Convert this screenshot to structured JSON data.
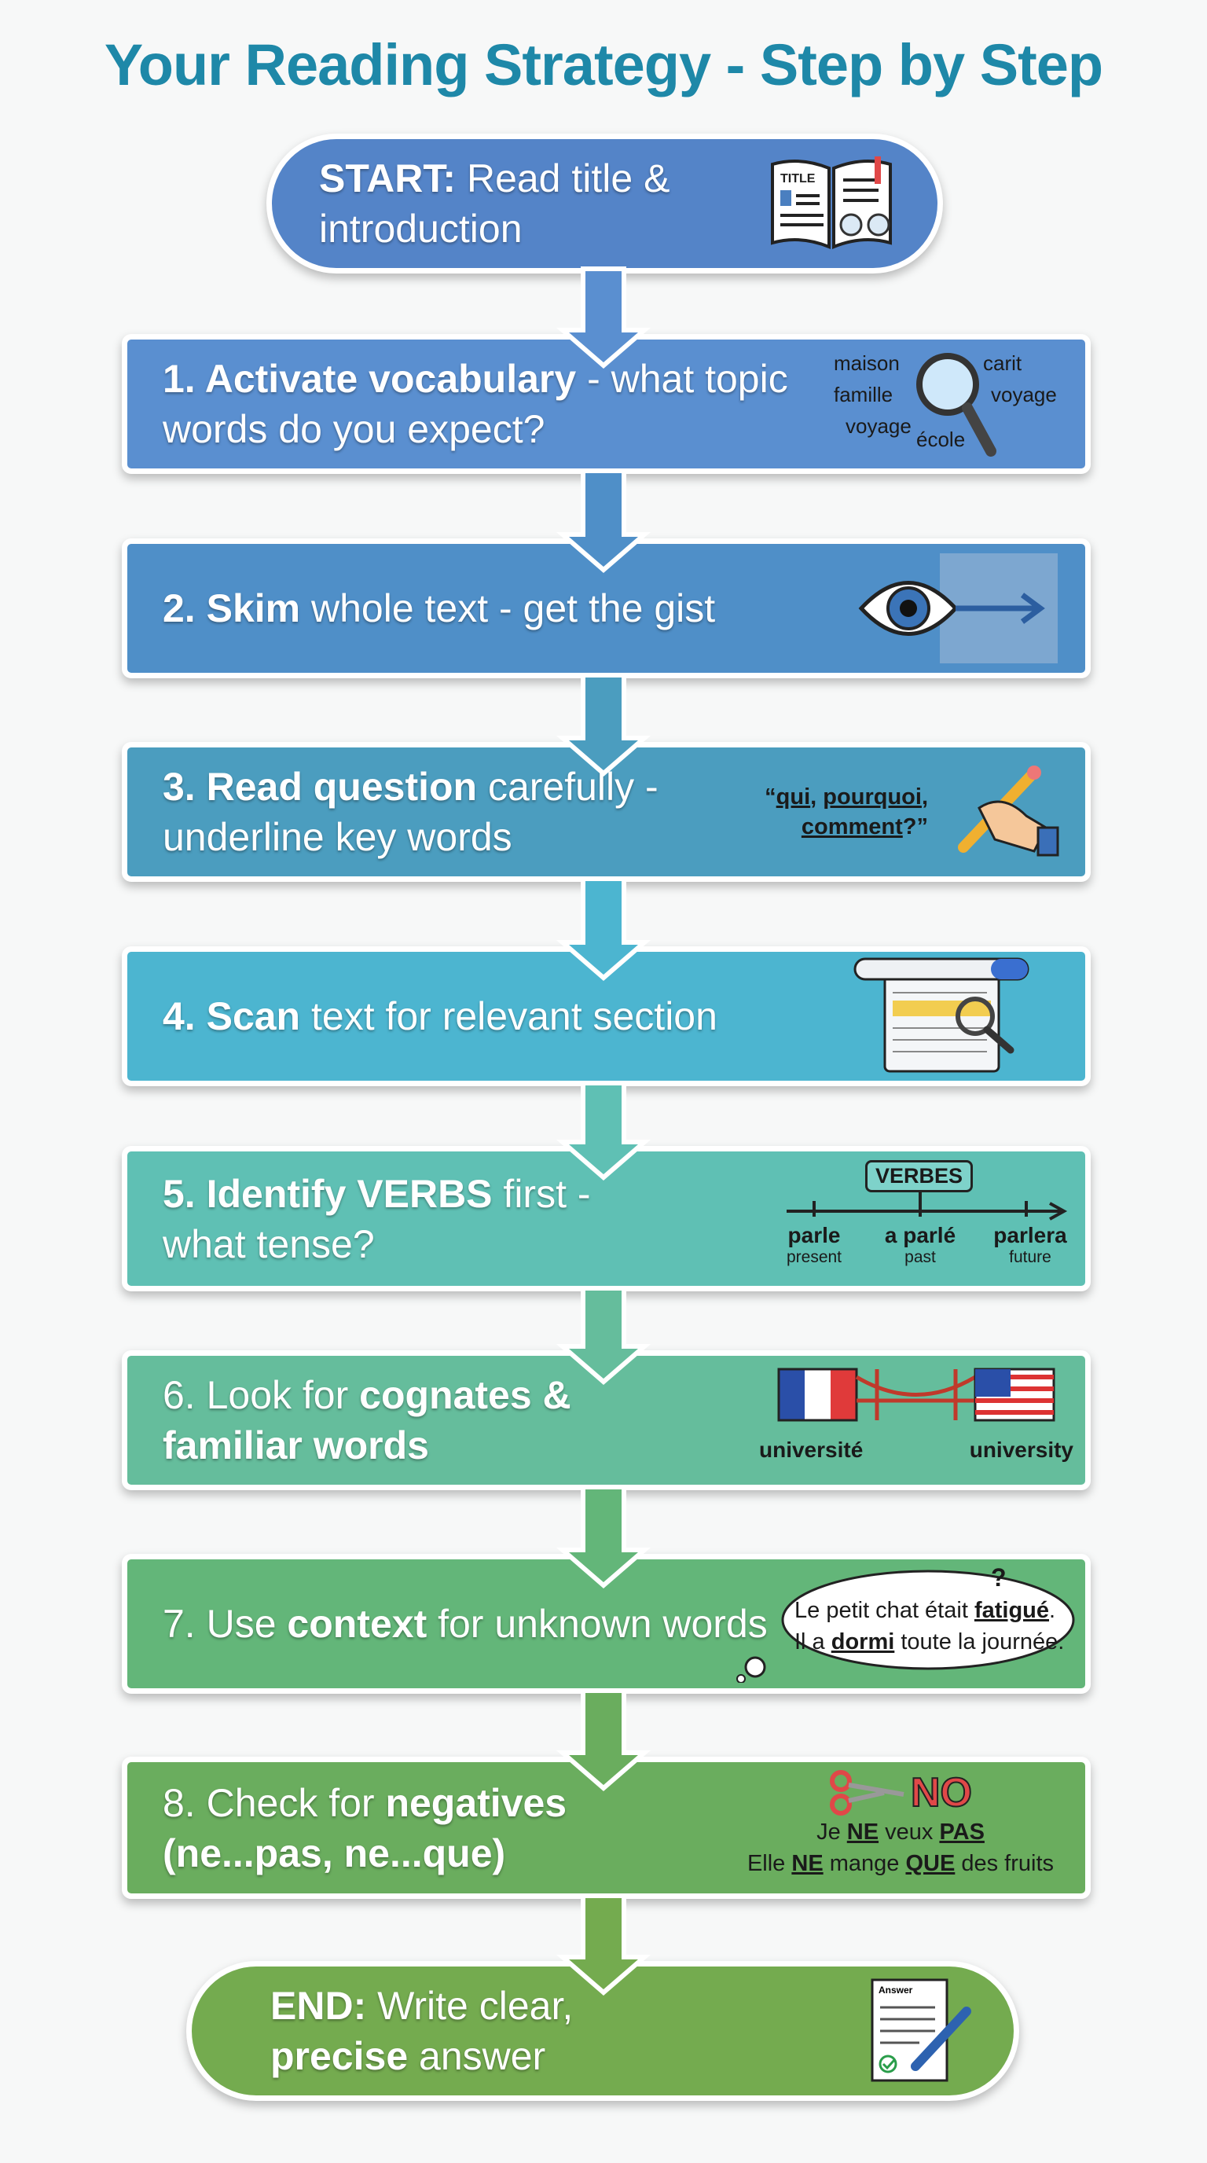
{
  "title": "Your Reading Strategy - Step by Step",
  "steps": [
    {
      "bold": "START:",
      "rest": " Read title & introduction",
      "icon": "open-book-icon",
      "icon_text": "TITLE",
      "color": "#5484c8"
    },
    {
      "bold": "1. Activate vocabulary",
      "rest": " - what topic words do you expect?",
      "bold2": "",
      "icon": "magnifier-icon",
      "words": [
        "maison",
        "carit",
        "famille",
        "voyage",
        "voyage",
        "école"
      ],
      "color": "#5a8fd0"
    },
    {
      "bold": "2. Skim",
      "rest": " whole text - get the gist",
      "icon": "eye-icon",
      "color": "#4f8fc8"
    },
    {
      "bold": "3. Read question",
      "rest": " carefully - underline key words",
      "icon": "pencil-hand-icon",
      "quote": [
        "“",
        "qui",
        ", ",
        "pourquoi",
        ",",
        "comment",
        "?”"
      ],
      "color": "#4b9dbf"
    },
    {
      "bold": "4. Scan",
      "rest": " text for relevant section",
      "icon": "search-document-icon",
      "color": "#4cb5d0"
    },
    {
      "bold": "5. Identify VERBS",
      "rest": " first - what tense?",
      "icon": "timeline-icon",
      "timeline": {
        "label": "VERBES",
        "points": [
          {
            "verb": "parle",
            "tense": "present"
          },
          {
            "verb": "a parlé",
            "tense": "past"
          },
          {
            "verb": "parlera",
            "tense": "future"
          }
        ]
      },
      "color": "#5fc0b4"
    },
    {
      "pre": "6. Look for ",
      "bold": "cognates & familiar words",
      "rest": "",
      "icon": "flag-bridge-icon",
      "cognates": [
        "université",
        "university"
      ],
      "color": "#65bd9c"
    },
    {
      "pre": "7. Use ",
      "bold": "context",
      "rest": " for unknown words",
      "icon": "thought-cloud-icon",
      "cloud": {
        "q": "?",
        "l1a": "Le petit chat était ",
        "l1u": "fatigué",
        "l1b": ".",
        "l2a": "Il a ",
        "l2u": "dormi",
        "l2b": " toute la journée."
      },
      "color": "#63b679"
    },
    {
      "pre": "8. Check for ",
      "bold": "negatives",
      "rest": "",
      "bold2": "(ne...pas, ne...que)",
      "icon": "scissors-icon",
      "neg": {
        "no": "NO",
        "s1": [
          "Je ",
          "NE",
          " veux ",
          "PAS"
        ],
        "s2": [
          "Elle ",
          "NE",
          " mange ",
          "QUE",
          " des fruits"
        ]
      },
      "color": "#6aad5e"
    },
    {
      "bold": "END:",
      "rest": " Write clear, ",
      "bold2": "precise",
      "rest2": " answer",
      "icon": "answer-sheet-icon",
      "icon_text": "Answer",
      "color": "#74ab4f"
    }
  ]
}
